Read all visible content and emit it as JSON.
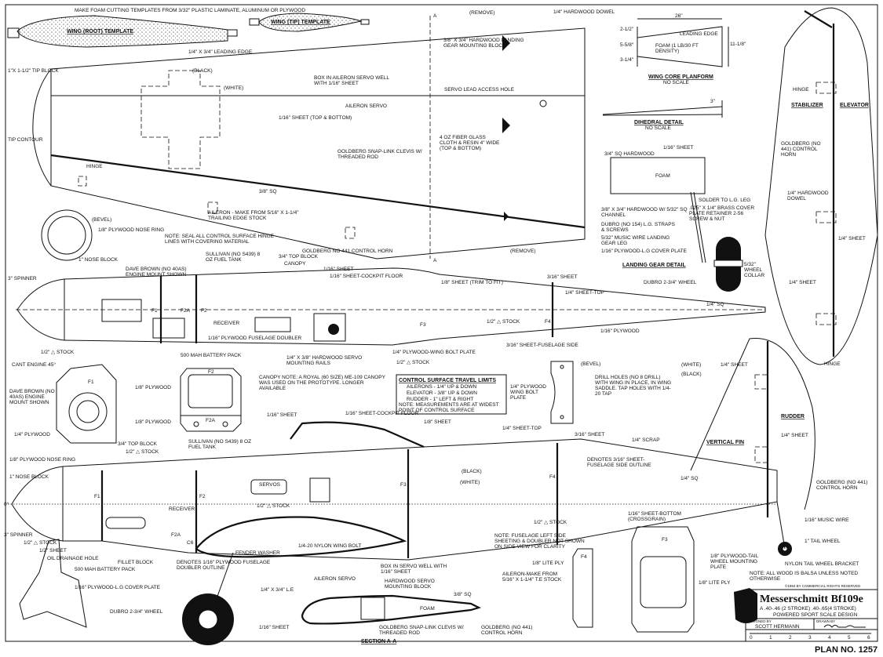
{
  "plan_number": "PLAN NO. 1257",
  "title_block": {
    "title": "Messerschmitt Bf109e",
    "subtitle_1": "A .40-.46 (2 STROKE) .40-.65(4 STROKE)",
    "subtitle_2": "POWERED SPORT SCALE DESIGN",
    "designed_by_label": "DESIGNED BY",
    "designer": "SCOTT HERMANN",
    "drawn_by_label": "DRAWN BY",
    "copyright": "©1994 BY COMMERCIAL RIGHTS RESERVED",
    "scale_ticks": [
      "0",
      "1",
      "2",
      "3",
      "4",
      "5",
      "6"
    ]
  },
  "templates": {
    "note": "MAKE FOAM CUTTING TEMPLATES FROM 3/32\" PLASTIC LAMINATE, ALUMINUM OR PLYWOOD",
    "root": "WING (ROOT) TEMPLATE",
    "tip": "WING (TIP) TEMPLATE"
  },
  "wing": {
    "leading_edge": "1/4\" X 3/4\" LEADING EDGE",
    "tip_block": "1\"X 1-1/2\" TIP BLOCK",
    "tip_contour": "TIP CONTOUR",
    "black": "(BLACK)",
    "white": "(WHITE)",
    "sheet": "1/16\" SHEET (TOP & BOTTOM)",
    "servo_box": "BOX IN AILERON SERVO WELL WITH 1/16\" SHEET",
    "aileron_servo": "AILERON SERVO",
    "servo_lead": "SERVO LEAD ACCESS HOLE",
    "lg_block": "3/8\" X 3/4\" HARDWOOD LANDING GEAR MOUNTING BLOCK",
    "remove_top": "(REMOVE)",
    "remove_bottom": "(REMOVE)",
    "dowel": "1/4\" HARDWOOD DOWEL",
    "fiberglass": "4 OZ FIBER GLASS CLOTH & RESIN 4\" WIDE (TOP & BOTTOM)",
    "clevis": "GOLDBERG SNAP-LINK CLEVIS W/ THREADED ROD",
    "hinge": "HINGE",
    "sq": "3/8\" SQ",
    "aileron": "AILERON - MAKE FROM 5/16\" X 1-1/4\" TRAILING EDGE STOCK",
    "note": "NOTE: SEAL ALL CONTROL SURFACE HINGE LINES WITH COVERING MATERIAL",
    "horn": "GOLDBERG NO 441 CONTROL HORN",
    "section_mark": "A"
  },
  "core": {
    "span": "26\"",
    "le": "LEADING EDGE",
    "foam": "FOAM (1 LB/30 FT DENSITY)",
    "d1": "2-1/2\"",
    "d2": "5-5/8\"",
    "d3": "3-1/4\"",
    "d4": "11-1/8\"",
    "title": "WING CORE PLANFORM",
    "noscale": "NO SCALE"
  },
  "dihedral": {
    "value": "3\"",
    "title": "DIHEDRAL DETAIL",
    "noscale": "NO SCALE"
  },
  "landing_gear": {
    "sheet": "1/16\" SHEET",
    "hardwood": "3/4\" SQ HARDWOOD",
    "foam": "FOAM",
    "solder": "SOLDER TO L.G. LEG",
    "block": "3/8\" X 3/4\" HARDWOOD W/ 5/32\" SQ CHANNEL",
    "straps": "DUBRO (NO 154) L.G. STRAPS & SCREWS",
    "brass": ".025\" X 1/4\" BRASS COVER PLATE RETAINER 2-56 SCREW & NUT",
    "wire": "5/32\" MUSIC WIRE LANDING GEAR LEG",
    "cover": "1/16\" PLYWOOD-L.G COVER PLATE",
    "collar": "5/32\" WHEEL COLLAR",
    "wheel": "DUBRO 2-3/4\" WHEEL",
    "title": "LANDING GEAR DETAIL"
  },
  "stab": {
    "hinge": "HINGE",
    "stabilizer": "STABILIZER",
    "elevator": "ELEVATOR",
    "horn": "GOLDBERG (NO 441) CONTROL HORN",
    "dowel": "1/4\" HARDWOOD DOWEL",
    "sheet1": "1/4\" SHEET",
    "sheet2": "1/4\" SHEET"
  },
  "fuse_top": {
    "bevel": "(BEVEL)",
    "nose_ring": "1/8\" PLYWOOD NOSE RING",
    "nose_block": "1\" NOSE BLOCK",
    "spinner": "3\" SPINNER",
    "mount": "DAVE BROWN (NO 40AS) ENGINE MOUNT SHOWN",
    "tank": "SULLIVAN (NO S439) 8 OZ FUEL TANK",
    "top_block": "3/4\" TOP BLOCK",
    "canopy": "CANOPY",
    "sheet116": "1/16\" SHEET",
    "floor": "1/16\" SHEET-COCKPIT FLOOR",
    "trim": "1/8\" SHEET (TRIM TO FIT)",
    "sheet316": "3/16\" SHEET",
    "sheet_top": "1/4\" SHEET-TOP",
    "sq": "1/4\" SQ",
    "stock": "1/2\" △ STOCK",
    "ply": "1/16\" PLYWOOD",
    "side": "3/16\" SHEET-FUSELAGE SIDE",
    "bolt_plate": "1/4\" PLYWOOD-WING BOLT PLATE",
    "stock2": "1/2\" △ STOCK",
    "receiver": "RECEIVER",
    "doubler": "1/16\" PLYWOOD FUSELAGE DOUBLER",
    "stock3": "1/2\" △ STOCK",
    "battery": "500 MAH BATTERY PACK",
    "rails": "1/4\" X 3/8\" HARDWOOD SERVO MOUNTING RAILS",
    "f1": "F1",
    "f2a": "F2A",
    "f2": "F2",
    "f3": "F3",
    "f4": "F4"
  },
  "formers": {
    "cant": "CANT ENGINE 45°",
    "mount": "DAVE BROWN (NO 40AS) ENGINE MOUNT SHOWN",
    "ply14": "1/4\" PLYWOOD",
    "ply18a": "1/8\" PLYWOOD",
    "ply18b": "1/8\" PLYWOOD",
    "f1": "F1",
    "f2": "F2",
    "f2a": "F2A",
    "canopy_note": "CANOPY NOTE: A ROYAL (60 SIZE) ME-109 CANOPY WAS USED ON THE PROTOTYPE. LONGER AVAILABLE"
  },
  "travel_limits": {
    "title": "CONTROL SURFACE TRAVEL LIMITS",
    "ailerons": "AILERONS - 1/4\" UP & DOWN",
    "elevator": "ELEVATOR - 3/8\" UP & DOWN",
    "rudder": "RUDDER - 1\" LEFT & RIGHT",
    "note": "NOTE: MEASUREMENTS ARE AT WIDEST POINT OF CONTROL SURFACE"
  },
  "bolt_plate": {
    "bevel": "(BEVEL)",
    "label": "1/4\" PLYWOOD WING BOLT PLATE",
    "drill": "DRILL HOLES (NO 8 DRILL) WITH WING IN PLACE, IN WING SADDLE. TAP HOLES WITH 1/4-20 TAP"
  },
  "fin": {
    "white": "(WHITE)",
    "black": "(BLACK)",
    "sheet": "1/4\" SHEET",
    "hinge": "HINGE",
    "rudder": "RUDDER",
    "rudder_sheet": "1/4\" SHEET",
    "title": "VERTICAL FIN",
    "scrap": "1/4\" SCRAP"
  },
  "fuse_side": {
    "nose_ring": "1/8\" PLYWOOD NOSE RING",
    "nose_block": "1\" NOSE BLOCK",
    "top_block": "3/4\" TOP BLOCK",
    "stock": "1/2\" △ STOCK",
    "tank": "SULLIVAN (NO S439) 8 OZ FUEL TANK",
    "sheet116": "1/16\" SHEET",
    "floor": "1/16\" SHEET-COCKPIT FLOOR",
    "sheet18": "1/8\" SHEET",
    "sheet_top": "1/4\" SHEET-TOP",
    "sheet316": "3/16\" SHEET",
    "zero": "0°",
    "spinner": "3\" SPINNER",
    "stock2": "1/2\" △ STOCK",
    "sheet12": "1/2\" SHEET",
    "oil": "OIL DRAINAGE HOLE",
    "battery": "500 MAH BATTERY PACK",
    "fillet": "FILLET BLOCK",
    "receiver": "RECEIVER",
    "servos": "SERVOS",
    "stock3": "1/2\" △ STOCK",
    "washer": "FENDER WASHER",
    "bolt": "1/4-20 NYLON WING BOLT",
    "doubler": "DENOTES 1/16\" PLYWOOD FUSELAGE DOUBLER OUTLINE",
    "black": "(BLACK)",
    "white": "(WHITE)",
    "outline": "DENOTES 3/16\" SHEET-FUSELAGE SIDE OUTLINE",
    "bottom": "1/16\" SHEET-BOTTOM (CROSSGRAIN)",
    "stock4": "1/2\" △ STOCK",
    "sq": "1/4\" SQ",
    "horn": "GOLDBERG (NO 441) CONTROL HORN",
    "wire": "1/16\" MUSIC WIRE",
    "tail_wheel": "1\" TAIL WHEEL",
    "bracket": "NYLON TAIL WHEEL BRACKET",
    "plate": "1/8\" PLYWOOD-TAIL WHEEL MOUNTING PLATE",
    "note": "NOTE: FUSELAGE LEFT SIDE SHEETING & DOUBLER NOT SHOWN ON SIDE VIEW FOR CLARITY",
    "lite": "1/8\" LITE PLY",
    "lite2": "1/8\" LITE PLY",
    "cover": "1/16\" PLYWOOD-L.G COVER PLATE",
    "wheel": "DUBRO 2-3/4\" WHEEL",
    "f1": "F1",
    "f2": "F2",
    "f2a": "F2A",
    "f3": "F3",
    "f4": "F4",
    "f3b": "F3",
    "f4b": "F4",
    "c6": "C6"
  },
  "section": {
    "le": "1/4\" X 3/4\" L.E",
    "servo": "AILERON SERVO",
    "box": "BOX IN SERVO WELL WITH 1/16\" SHEET",
    "block": "HARDWOOD SERVO MOUNTING BLOCK",
    "sq": "3/8\" SQ",
    "foam": "FOAM",
    "aileron": "AILERON-MAKE FROM 5/16\" X 1-1/4\" T.E STOCK",
    "sheet": "1/16\" SHEET",
    "clevis": "GOLDBERG SNAP-LINK CLEVIS W/ THREADED ROD",
    "horn": "GOLDBERG (NO 441) CONTROL HORN",
    "title": "SECTION A-A"
  },
  "general_note": "NOTE: ALL WOOD IS BALSA UNLESS NOTED OTHERWISE"
}
